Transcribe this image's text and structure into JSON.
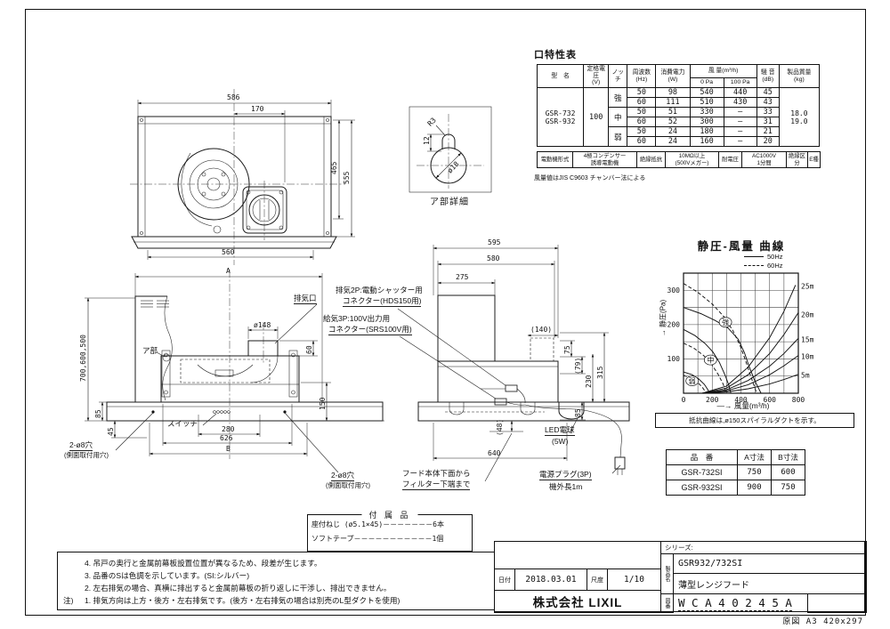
{
  "meta": {
    "origin_note": "原図  A3  420x297"
  },
  "spec_table": {
    "title": "口特性表",
    "headers": {
      "model": "型　名",
      "voltage_1": "定格電圧",
      "voltage_2": "(V)",
      "notch": "ノッチ",
      "freq_1": "周波数",
      "freq_2": "(Hz)",
      "power_1": "消費電力",
      "power_2": "(W)",
      "airflow": "風 量(m³/h)",
      "airflow_0": "0 Pa",
      "airflow_100": "100 Pa",
      "noise_1": "騒 音",
      "noise_2": "(dB)",
      "mass_1": "製品質量",
      "mass_2": "(kg)"
    },
    "model_1": "GSR-732",
    "model_2": "GSR-932",
    "voltage": "100",
    "mass_a": "18.0",
    "mass_b": "19.0",
    "rows": [
      {
        "notch": "強",
        "hz": "50",
        "w": "98",
        "q0": "540",
        "q100": "440",
        "db": "45"
      },
      {
        "notch": "",
        "hz": "60",
        "w": "111",
        "q0": "510",
        "q100": "430",
        "db": "43"
      },
      {
        "notch": "中",
        "hz": "50",
        "w": "51",
        "q0": "330",
        "q100": "—",
        "db": "33"
      },
      {
        "notch": "",
        "hz": "60",
        "w": "52",
        "q0": "300",
        "q100": "—",
        "db": "31"
      },
      {
        "notch": "弱",
        "hz": "50",
        "w": "24",
        "q0": "180",
        "q100": "—",
        "db": "21"
      },
      {
        "notch": "",
        "hz": "60",
        "w": "24",
        "q0": "160",
        "q100": "—",
        "db": "20"
      }
    ],
    "motor": {
      "l1": "電動機形式",
      "v1a": "4極コンデンサー",
      "v1b": "誘導電動機",
      "l2": "絶縁抵抗",
      "v2a": "10MΩ以上",
      "v2b": "(500Vメガー)",
      "l3": "耐電圧",
      "v3a": "AC1000V",
      "v3b": "1分間",
      "l4": "絶縁区分",
      "v4": "E種"
    },
    "footnote": "風量値はJIS C9603 チャンバー法による"
  },
  "chart_data": {
    "type": "line",
    "title": "静圧-風量 曲線",
    "ylabel": "→ 静圧(Pa)",
    "xlabel": "—→ 風量(m³/h)",
    "xlim": [
      0,
      800
    ],
    "ylim": [
      0,
      350
    ],
    "xticks": [
      0,
      200,
      400,
      600,
      800
    ],
    "yticks": [
      100,
      200,
      300
    ],
    "x_grid_step": 100,
    "y_grid_step": 50,
    "legend": [
      {
        "label": "50Hz",
        "style": "solid"
      },
      {
        "label": "60Hz",
        "style": "dashed"
      }
    ],
    "fan_curves": [
      {
        "name": "強 50Hz",
        "style": "solid",
        "points": [
          [
            0,
            250
          ],
          [
            120,
            232
          ],
          [
            220,
            212
          ],
          [
            310,
            190
          ],
          [
            380,
            158
          ],
          [
            425,
            118
          ],
          [
            455,
            80
          ],
          [
            495,
            38
          ],
          [
            540,
            0
          ]
        ]
      },
      {
        "name": "強 60Hz",
        "style": "dashed",
        "points": [
          [
            0,
            320
          ],
          [
            100,
            294
          ],
          [
            200,
            260
          ],
          [
            280,
            224
          ],
          [
            345,
            182
          ],
          [
            395,
            138
          ],
          [
            430,
            98
          ],
          [
            470,
            48
          ],
          [
            510,
            0
          ]
        ]
      },
      {
        "name": "中 50Hz",
        "style": "solid",
        "points": [
          [
            0,
            186
          ],
          [
            80,
            168
          ],
          [
            150,
            145
          ],
          [
            205,
            120
          ],
          [
            250,
            90
          ],
          [
            290,
            52
          ],
          [
            315,
            24
          ],
          [
            330,
            0
          ]
        ]
      },
      {
        "name": "中 60Hz",
        "style": "dashed",
        "points": [
          [
            0,
            146
          ],
          [
            70,
            132
          ],
          [
            140,
            110
          ],
          [
            195,
            85
          ],
          [
            240,
            56
          ],
          [
            275,
            28
          ],
          [
            300,
            0
          ]
        ]
      },
      {
        "name": "弱 50Hz",
        "style": "solid",
        "points": [
          [
            0,
            62
          ],
          [
            60,
            54
          ],
          [
            105,
            42
          ],
          [
            145,
            26
          ],
          [
            170,
            10
          ],
          [
            180,
            0
          ]
        ]
      },
      {
        "name": "弱 60Hz",
        "style": "dashed",
        "points": [
          [
            0,
            52
          ],
          [
            50,
            44
          ],
          [
            95,
            33
          ],
          [
            130,
            18
          ],
          [
            160,
            0
          ]
        ]
      }
    ],
    "resistance_curves": [
      {
        "name": "5m",
        "points": [
          [
            130,
            0
          ],
          [
            300,
            4
          ],
          [
            450,
            13
          ],
          [
            600,
            27
          ],
          [
            700,
            40
          ],
          [
            800,
            55
          ]
        ]
      },
      {
        "name": "10m",
        "points": [
          [
            130,
            0
          ],
          [
            300,
            7
          ],
          [
            450,
            25
          ],
          [
            600,
            54
          ],
          [
            700,
            80
          ],
          [
            800,
            110
          ]
        ]
      },
      {
        "name": "15m",
        "points": [
          [
            130,
            0
          ],
          [
            300,
            10
          ],
          [
            450,
            37
          ],
          [
            600,
            79
          ],
          [
            700,
            116
          ],
          [
            800,
            160
          ]
        ]
      },
      {
        "name": "20m",
        "points": [
          [
            130,
            0
          ],
          [
            300,
            15
          ],
          [
            450,
            54
          ],
          [
            600,
            116
          ],
          [
            700,
            171
          ],
          [
            800,
            235
          ]
        ]
      },
      {
        "name": "25m",
        "points": [
          [
            130,
            0
          ],
          [
            300,
            21
          ],
          [
            450,
            76
          ],
          [
            600,
            162
          ],
          [
            700,
            239
          ],
          [
            780,
            315
          ]
        ]
      }
    ],
    "curve_labels": [
      {
        "text": "強",
        "x": 292,
        "y": 207
      },
      {
        "text": "中",
        "x": 188,
        "y": 97
      },
      {
        "text": "弱",
        "x": 60,
        "y": 36
      }
    ],
    "resistance_labels": [
      {
        "text": "25m",
        "p": 312
      },
      {
        "text": "20m",
        "p": 228
      },
      {
        "text": "15m",
        "p": 156
      },
      {
        "text": "10m",
        "p": 106
      },
      {
        "text": "5m",
        "p": 52
      }
    ],
    "note": "抵抗曲線は,ø150スパイラルダクトを示す。"
  },
  "parts_table": {
    "headers": [
      "品　番",
      "A寸法",
      "B寸法"
    ],
    "rows": [
      {
        "model": "GSR-732SI",
        "a": "750",
        "b": "600"
      },
      {
        "model": "GSR-932SI",
        "a": "900",
        "b": "750"
      }
    ]
  },
  "accessories": {
    "title": "付 属 品",
    "item_1": "座付ねじ (ø5.1×45)－－－－－－－6本",
    "item_2": "ソフトテープ－－－－－－－－－－－1個"
  },
  "notes": {
    "label": "注)",
    "items": [
      "4. 吊戸の奥行と金属前幕板設置位置が異なるため、段差が生じます。",
      "3. 品番のSは色調を示しています。(SI:シルバー)",
      "2. 左右排気の場合、真横に排出すると金属前幕板の折り返しに干渉し、排出できません。",
      "1. 排気方向は上方・後方・左右排気です。(後方・左右排気の場合は別売のL型ダクトを使用)"
    ]
  },
  "title_block": {
    "series_label": "シリーズ:",
    "product_label": "製品名",
    "series_value": "GSR932/732SI",
    "product_name": "薄型レンジフード",
    "drawing_label": "図番",
    "drawing_no": "W C A 4 0 2 4 5 A",
    "date_label": "日付",
    "date_value": "2018.03.01",
    "scale_label": "尺度",
    "scale_value": "1/10",
    "company": "株式会社 LIXIL"
  },
  "dims": {
    "tv_586": "586",
    "tv_170": "170",
    "tv_465": "465",
    "tv_555": "555",
    "tv_560": "560",
    "dt_r3": "R3",
    "dt_12": "12",
    "dt_d18": "ø18",
    "dt_caption": "ア部詳細",
    "fv_a": "A",
    "fv_heights": "700,600,500",
    "fv_85": "85",
    "fv_45": "45",
    "fv_d148": "ø148",
    "fv_60": "60",
    "fv_150": "150",
    "fv_280": "280",
    "fv_626": "626",
    "fv_b": "B",
    "sv_595": "595",
    "sv_580": "580",
    "sv_275": "275",
    "sv_140": "(140)",
    "sv_75": "75",
    "sv_79": "(79)",
    "sv_230": "230",
    "sv_315": "315",
    "sv_85": "85",
    "sv_48": "(48)",
    "sv_640": "640"
  },
  "labels": {
    "exhaust_port": "排気口",
    "exhaust_conn_1": "排気2P:電動シャッター用",
    "exhaust_conn_2": "コネクター(HDS150用)",
    "supply_conn_1": "給気3P:100V出力用",
    "supply_conn_2": "コネクター(SRS100V用)",
    "switch": "スイッチ",
    "holes": "2-ø8穴",
    "holes_sub": "(側面取付用穴)",
    "part_a": "ア部",
    "led_1": "LED電球",
    "led_2": "(5W)",
    "plug_1": "電源プラグ(3P)",
    "plug_2": "機外長1m",
    "filter_1": "フード本体下面から",
    "filter_2": "フィルター下端まで"
  }
}
